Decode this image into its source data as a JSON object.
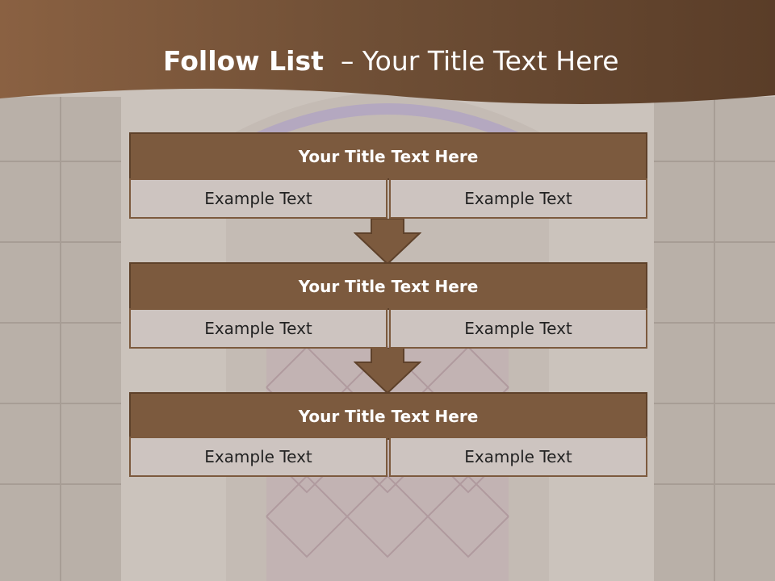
{
  "slide": {
    "title_bold": "Follow List",
    "title_rest": "  – Your Title Text Here"
  },
  "blocks": [
    {
      "title": "Your Title Text Here",
      "left": "Example Text",
      "right": "Example Text"
    },
    {
      "title": "Your Title Text Here",
      "left": "Example Text",
      "right": "Example Text"
    },
    {
      "title": "Your Title Text Here",
      "left": "Example Text",
      "right": "Example Text"
    }
  ],
  "colors": {
    "header_brown": "#6e4e35",
    "title_bar": "#7c5a3e",
    "cell_fill": "#cdc4c0",
    "arrow": "#7c5a3e"
  },
  "icons": {
    "arrow": "down-arrow-icon"
  }
}
